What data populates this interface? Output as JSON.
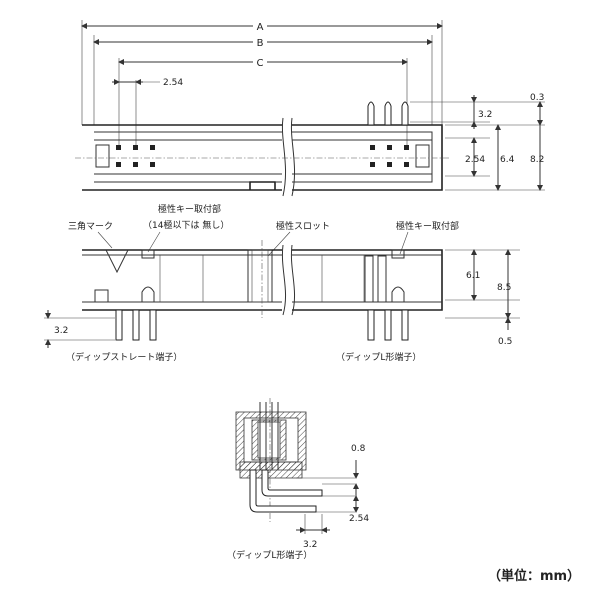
{
  "dimensions": {
    "A": "A",
    "B": "B",
    "C": "C",
    "pitch_top": "2.54",
    "right_03": "0.3",
    "right_32": "3.2",
    "right_254": "2.54",
    "right_64": "6.4",
    "right_82": "8.2",
    "mid_61": "6.1",
    "mid_85": "8.5",
    "mid_05": "0.5",
    "left_32": "3.2",
    "bottom_08": "0.8",
    "bottom_254": "2.54",
    "bottom_32": "3.2"
  },
  "labels": {
    "triangle_mark": "三角マーク",
    "polarity_key_left": "極性キー取付部",
    "polarity_key_left_note": "（14極以下は 無し）",
    "polarity_slot": "極性スロット",
    "polarity_key_right": "極性キー取付部",
    "dip_straight": "（ディップストレート端子）",
    "dip_l_right": "（ディップL形端子）",
    "dip_l_bottom": "（ディップL形端子）",
    "unit": "（単位：mm）"
  }
}
